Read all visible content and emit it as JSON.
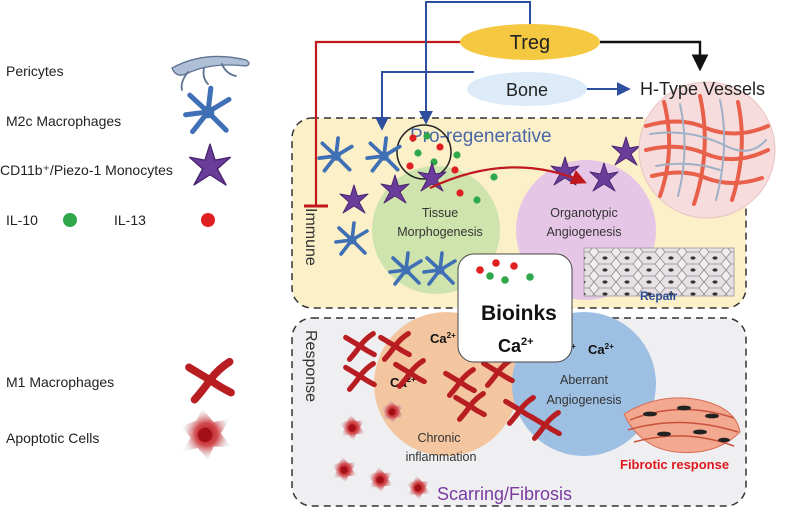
{
  "legend": {
    "pericytes": "Pericytes",
    "m2c": "M2c Macrophages",
    "monocytes": "CD11b⁺/Piezo-1 Monocytes",
    "il10": "IL-10",
    "il13": "IL-13",
    "m1": "M1 Macrophages",
    "apoptotic": "Apoptotic Cells"
  },
  "nodes": {
    "treg": "Treg",
    "bone": "Bone",
    "htype": "H-Type Vessels"
  },
  "panel_top": {
    "title": "Pro-regenerative",
    "side_label": "Immune",
    "tissue_1": "Tissue",
    "tissue_2": "Morphogenesis",
    "organo_1": "Organotypic",
    "organo_2": "Angiogenesis",
    "repair": "Repair"
  },
  "bioinks": {
    "label": "Bioinks",
    "ion": "Ca",
    "charge": "2+"
  },
  "panel_bottom": {
    "title": "Scarring/Fibrosis",
    "side_label": "Response",
    "chronic_1": "Chronic",
    "chronic_2": "inflammation",
    "aberrant_1": "Aberrant",
    "aberrant_2": "Angiogenesis",
    "fibrotic": "Fibrotic response",
    "ion": "Ca",
    "charge": "2+"
  },
  "colors": {
    "treg": "#f5c842",
    "bone": "#dcebf7",
    "m2c": "#3f6fb5",
    "monocyte": "#6a3d9a",
    "m1": "#b81d22",
    "il10": "#2ea84a",
    "il13": "#e02020",
    "top_panel": "#fbf0c8",
    "bottom_panel": "#efeff2",
    "morpho": "#cfe3ad",
    "organo": "#e6c6e6",
    "chronic": "#f3c6a0",
    "aberrant": "#9dbfe2",
    "vessel_circle": "#f6dcdc",
    "title_top": "#4a67a8",
    "title_bottom": "#7a3aa0",
    "fibrotic_text": "#e0181d",
    "repair_text": "#2c4b96"
  }
}
